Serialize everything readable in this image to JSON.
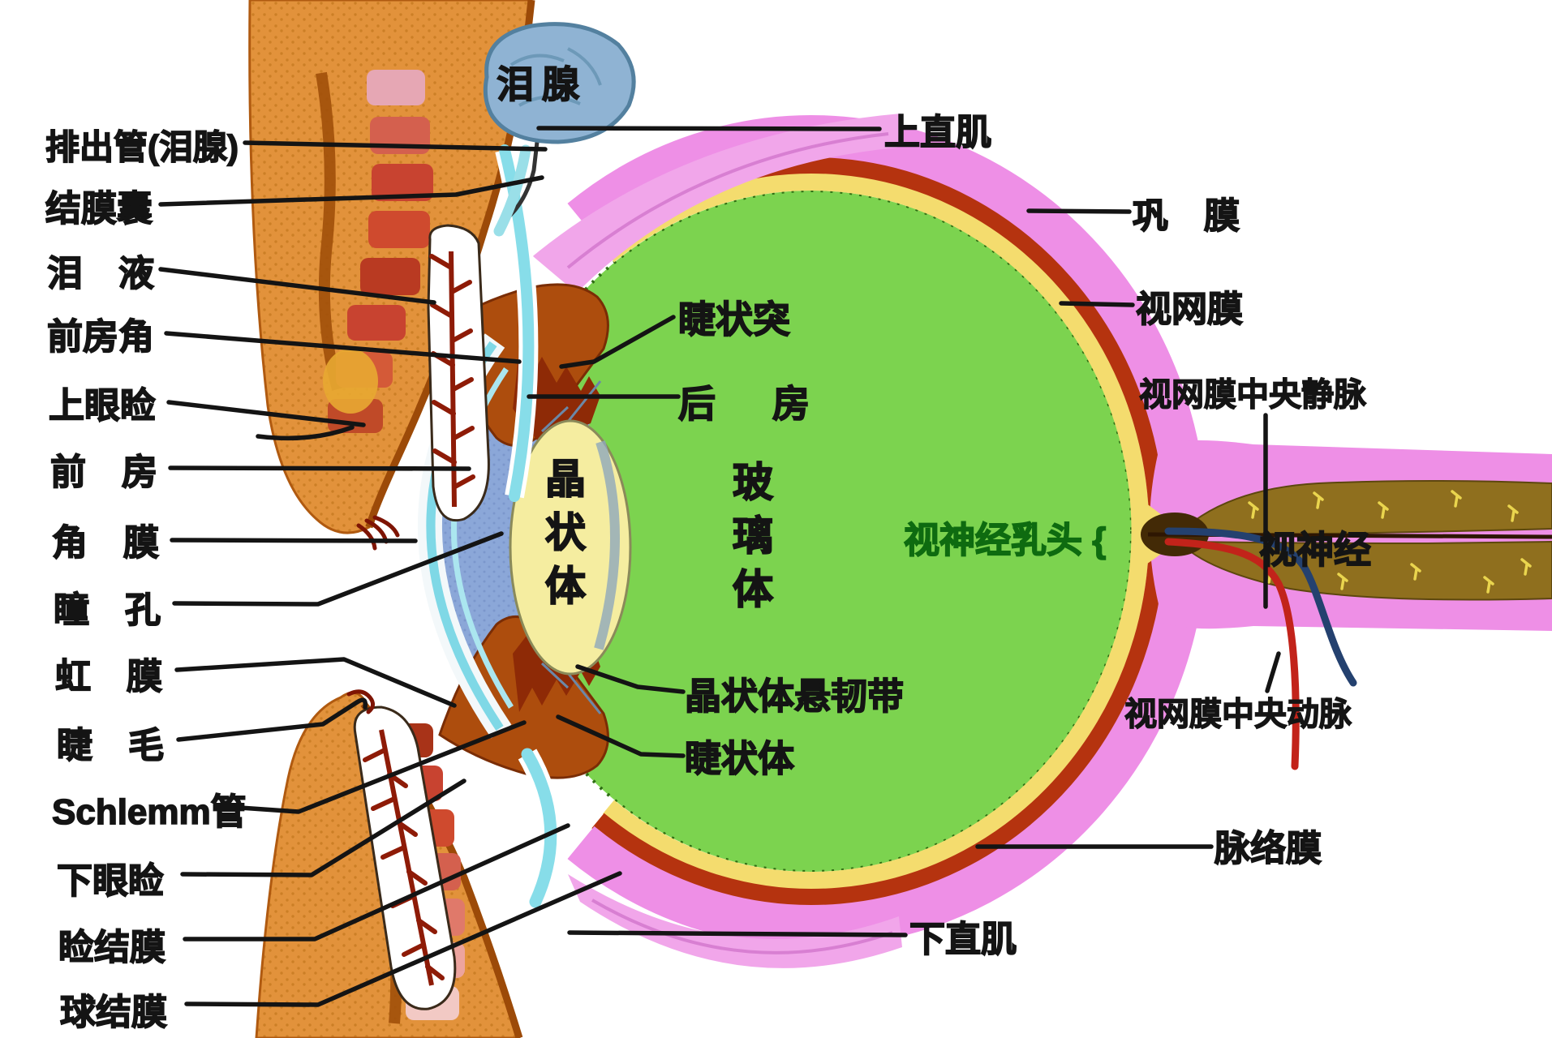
{
  "diagram": {
    "subject": "human-eye-anatomy-cross-section",
    "language": "zh-CN"
  },
  "labels": {
    "paichuguan": "排出管(泪腺)",
    "jiemonang": "结膜囊",
    "leiye": "泪　液",
    "qianfangjiao": "前房角",
    "shangyanjian": "上眼睑",
    "qianfang": "前　房",
    "jiaomo": "角　膜",
    "tongkong": "瞳　孔",
    "hongmo": "虹　膜",
    "jiemao": "睫　毛",
    "schlemm": "Schlemm管",
    "xiayanjian": "下眼睑",
    "jianjiemo": "睑结膜",
    "qiujiemo": "球结膜",
    "leixian": "泪腺",
    "shangzhiji": "上直肌",
    "gongmo": "巩　膜",
    "shiwangmo": "视网膜",
    "jingmai": "视网膜中央静脉",
    "shishenjing": "视神经",
    "dongmai": "视网膜中央动脉",
    "mailuomo": "脉络膜",
    "xiazhiji": "下直肌",
    "jiezhuangtu": "睫状突",
    "houfang": "后　房",
    "jingzhuangti": "晶状体",
    "boliti": "玻璃体",
    "xuanrendai": "晶状体悬韧带",
    "jiezhuangti": "睫状体",
    "shishenjingrutou": "视神经乳头 {"
  },
  "colors": {
    "vitreous_green": "#7cd34f",
    "sclera_pink": "#ee8fe6",
    "choroid_red": "#b5330f",
    "retina_yellow": "#f4dc6e",
    "lens_yellow": "#f5eda0",
    "aqueous_blue": "#8ba7d8",
    "skin_orange": "#e2923b",
    "conjunctiva_cyan": "#87dde9",
    "tear_gland_blue": "#8fb3d3",
    "optic_nerve_brown": "#8f6f1e",
    "artery_red": "#c2231a",
    "vein_blue": "#24416f",
    "label_black": "#141414",
    "label_green": "#0e6b10"
  }
}
